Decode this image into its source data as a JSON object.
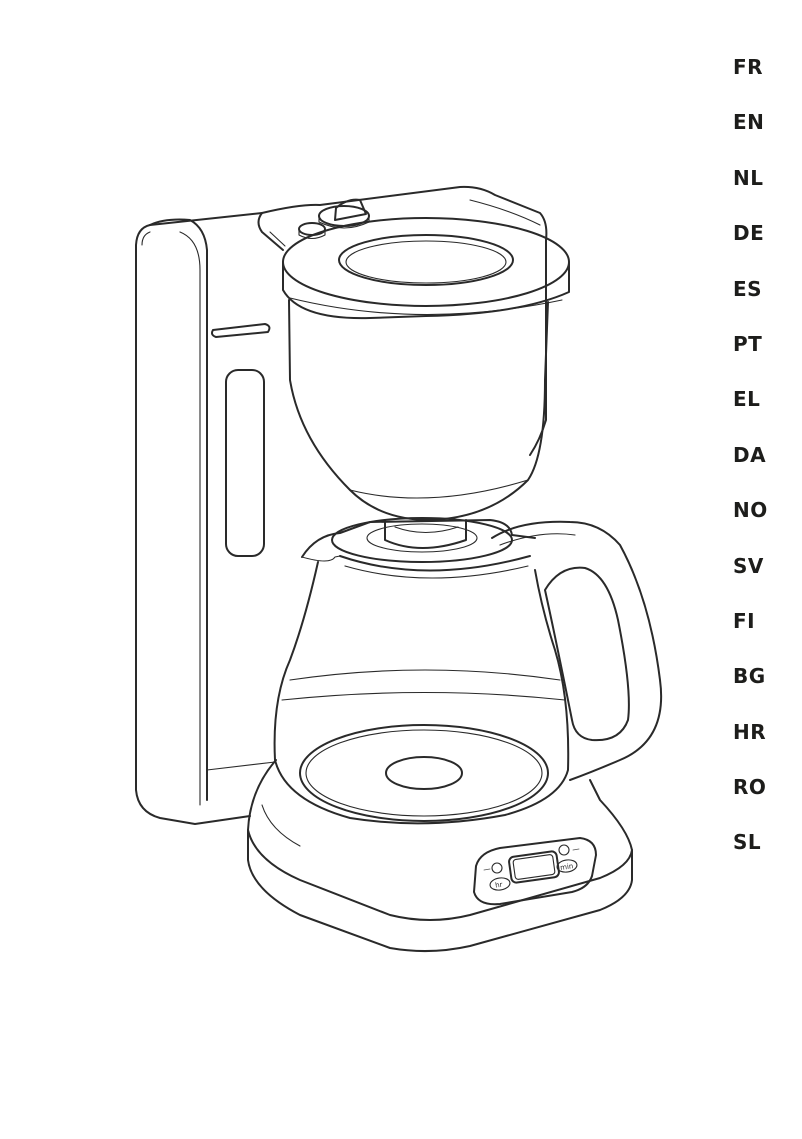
{
  "languages": [
    "FR",
    "EN",
    "NL",
    "DE",
    "ES",
    "PT",
    "EL",
    "DA",
    "NO",
    "SV",
    "FI",
    "BG",
    "HR",
    "RO",
    "SL"
  ],
  "control_panel": {
    "left_button_label": "hr",
    "right_button_label": "min"
  }
}
